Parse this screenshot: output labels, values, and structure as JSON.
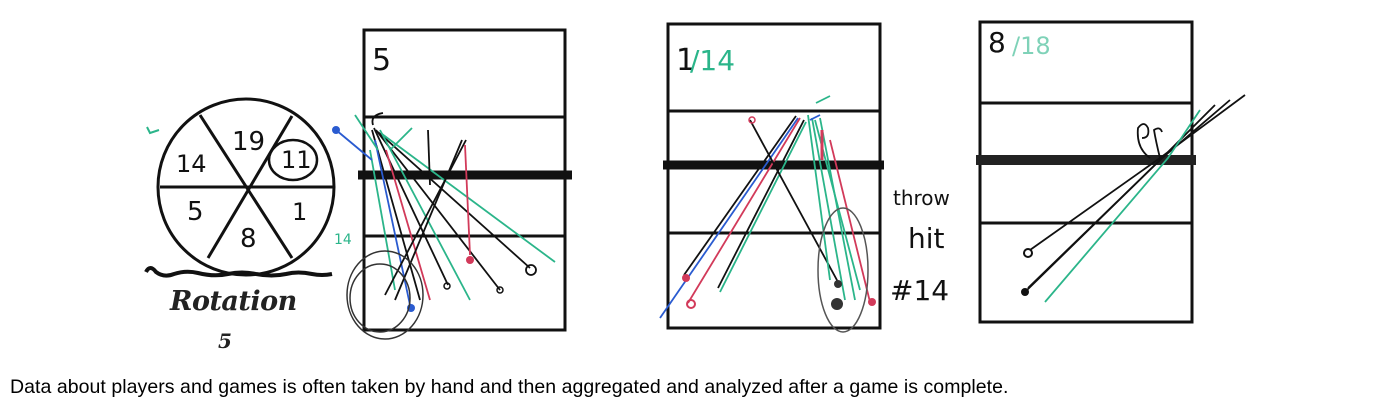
{
  "figure": {
    "rotation_wheel": {
      "positions": [
        "19",
        "11",
        "1",
        "8",
        "5",
        "14"
      ],
      "circled_position": "11",
      "label": "Rotation",
      "rotation_number": "5"
    },
    "courts": [
      {
        "label_primary": "5",
        "label_secondary": "",
        "annotation": []
      },
      {
        "label_primary": "1",
        "label_secondary": "/14",
        "annotation": [
          "throw",
          "hit",
          "#14"
        ]
      },
      {
        "label_primary": "8",
        "label_secondary": "/18",
        "annotation": []
      }
    ],
    "side_marks": {
      "left_mark": "14"
    },
    "ink_colors": {
      "black": "#111111",
      "green": "#2bb58a",
      "red": "#d23a5a",
      "blue": "#2a5bd0"
    }
  },
  "caption": "Data about players and games is often taken by hand and then aggregated and analyzed after a game is complete."
}
